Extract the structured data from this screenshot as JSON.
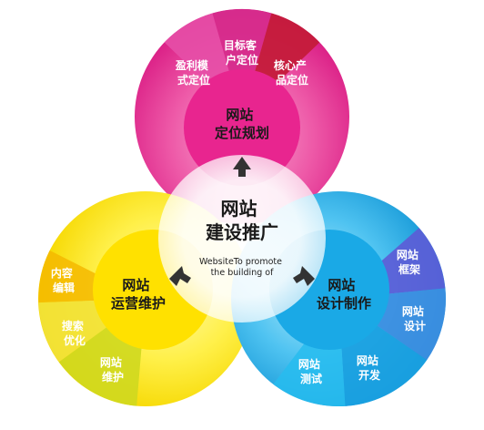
{
  "center": {
    "title_line1": "网站",
    "title_line2": "建设推广",
    "subtitle_line1": "WebsiteTo promote",
    "subtitle_line2": "the building of"
  },
  "top": {
    "core_line1": "网站",
    "core_line2": "定位规划",
    "segments": [
      {
        "line1": "盈利模",
        "line2": "式定位"
      },
      {
        "line1": "目标客",
        "line2": "户定位"
      },
      {
        "line1": "核心产",
        "line2": "品定位"
      }
    ]
  },
  "left": {
    "core_line1": "网站",
    "core_line2": "运营维护",
    "segments": [
      {
        "line1": "内容",
        "line2": "编辑"
      },
      {
        "line1": "搜索",
        "line2": "优化"
      },
      {
        "line1": "网站",
        "line2": "维护"
      }
    ]
  },
  "right": {
    "core_line1": "网站",
    "core_line2": "设计制作",
    "segments": [
      {
        "line1": "网站",
        "line2": "框架"
      },
      {
        "line1": "网站",
        "line2": "设计"
      },
      {
        "line1": "网站",
        "line2": "开发"
      },
      {
        "line1": "网站",
        "line2": "测试"
      }
    ]
  },
  "colors": {
    "magenta": "#e8258f",
    "magenta_light": "#f27ab8",
    "yellow": "#ffe100",
    "yellow_light": "#fff36b",
    "cyan": "#1aa9e6",
    "cyan_light": "#6ed0f5",
    "dark_core_text": "#1a1a1a"
  }
}
